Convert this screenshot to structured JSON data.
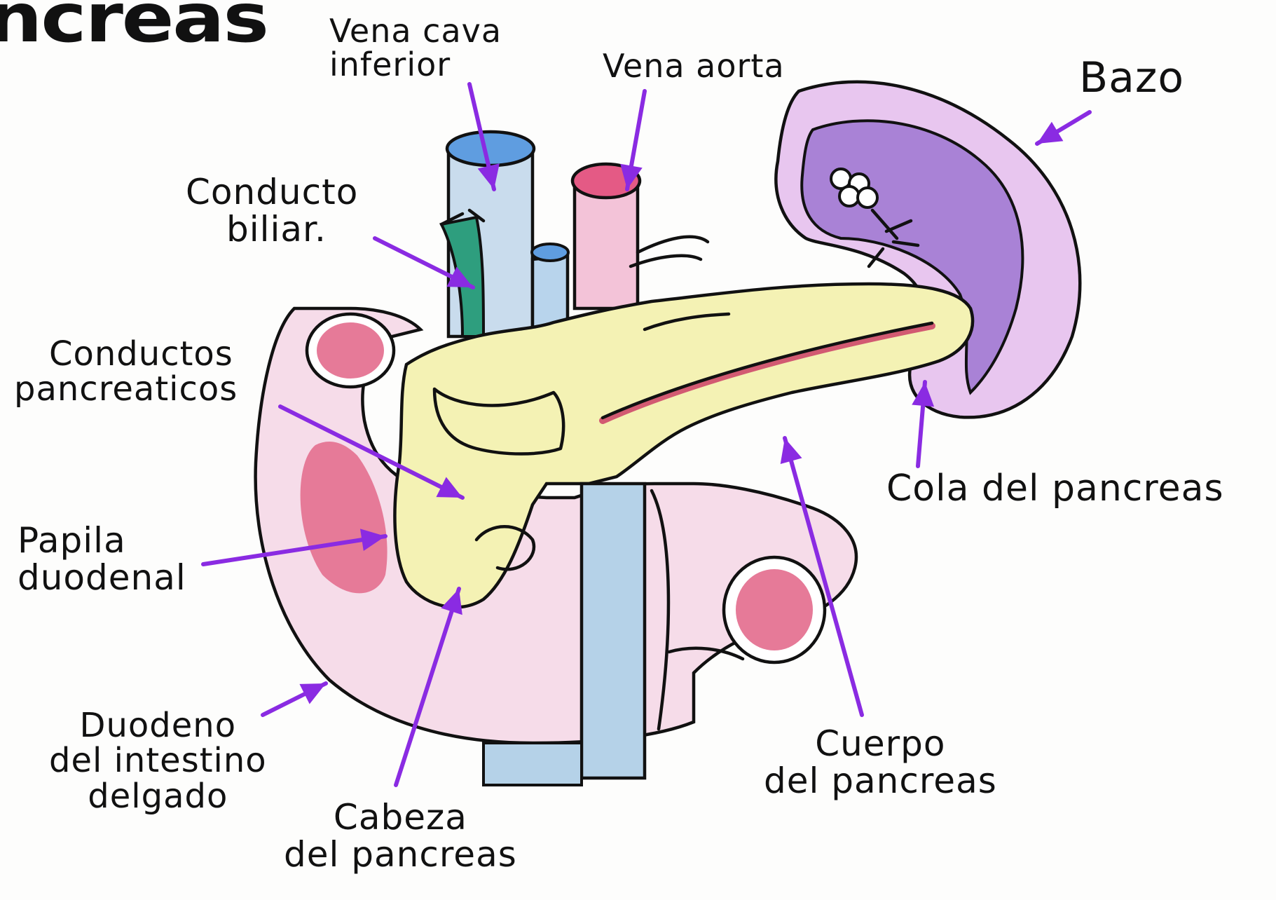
{
  "title_fragment": "ncreas",
  "labels": {
    "vena_cava": [
      "Vena cava",
      "inferior"
    ],
    "vena_aorta": [
      "Vena aorta"
    ],
    "bazo": [
      "Bazo"
    ],
    "conducto_biliar": [
      "Conducto",
      "biliar."
    ],
    "conductos_pancreaticos": [
      "Conductos",
      "pancreaticos"
    ],
    "papila_duodenal": [
      "Papila",
      "duodenal"
    ],
    "cola_pancreas": [
      "Cola del pancreas"
    ],
    "duodeno": [
      "Duodeno",
      "del intestino",
      "delgado"
    ],
    "cabeza_pancreas": [
      "Cabeza",
      "del pancreas"
    ],
    "cuerpo_pancreas": [
      "Cuerpo",
      "del pancreas"
    ]
  },
  "colors": {
    "arrow": "#8a2be2",
    "pancreas": "#f3f2b0",
    "duodenum": "#f4dbe8",
    "spleen": "#d7a8e6",
    "spleen_dark": "#8f62c4",
    "vein_blue": "#b8d4ec",
    "aorta_pink": "#f0b5cf",
    "lumen_red": "#e0708e",
    "bile_green": "#2e9e7e"
  }
}
